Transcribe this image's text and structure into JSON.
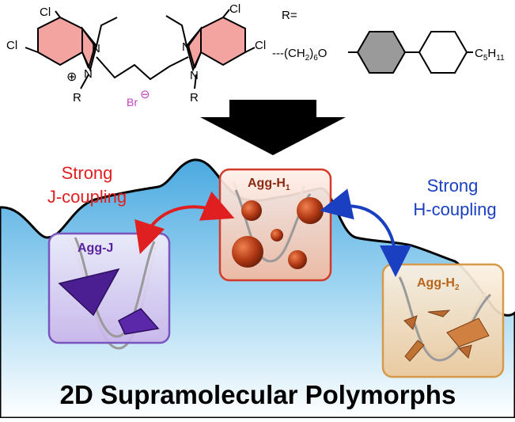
{
  "molecule": {
    "cl_1": "Cl",
    "cl_2": "Cl",
    "cl_3": "Cl",
    "cl_4": "Cl",
    "n_plus": "N",
    "plus_sign": "⊕",
    "n_top_left": "N",
    "n_top_right": "N",
    "n_bottom_right": "N",
    "r_left": "R",
    "r_right": "R",
    "counterion": "Br",
    "counterion_charge": "⊖",
    "r_def_label": "R=",
    "chain_prefix": "---(CH",
    "chain_sub": "2",
    "chain_suffix": ")",
    "chain_index": "6",
    "chain_o": "O",
    "pentyl": "C",
    "pentyl_sub1": "5",
    "pentyl_h": "H",
    "pentyl_sub2": "11"
  },
  "labels": {
    "strong_j_line1": "Strong",
    "strong_j_line2": "J-coupling",
    "strong_h_line1": "Strong",
    "strong_h_line2": "H-coupling",
    "agg_j": "Agg-J",
    "agg_h1": "Agg-H",
    "agg_h1_sub": "1",
    "agg_h2": "Agg-H",
    "agg_h2_sub": "2",
    "title": "2D Supramolecular Polymorphs"
  },
  "colors": {
    "red": "#e02020",
    "blue": "#1a3fc0",
    "purple": "#5a22a0",
    "brown": "#8b3a1a",
    "hill": "#6cbde6"
  }
}
